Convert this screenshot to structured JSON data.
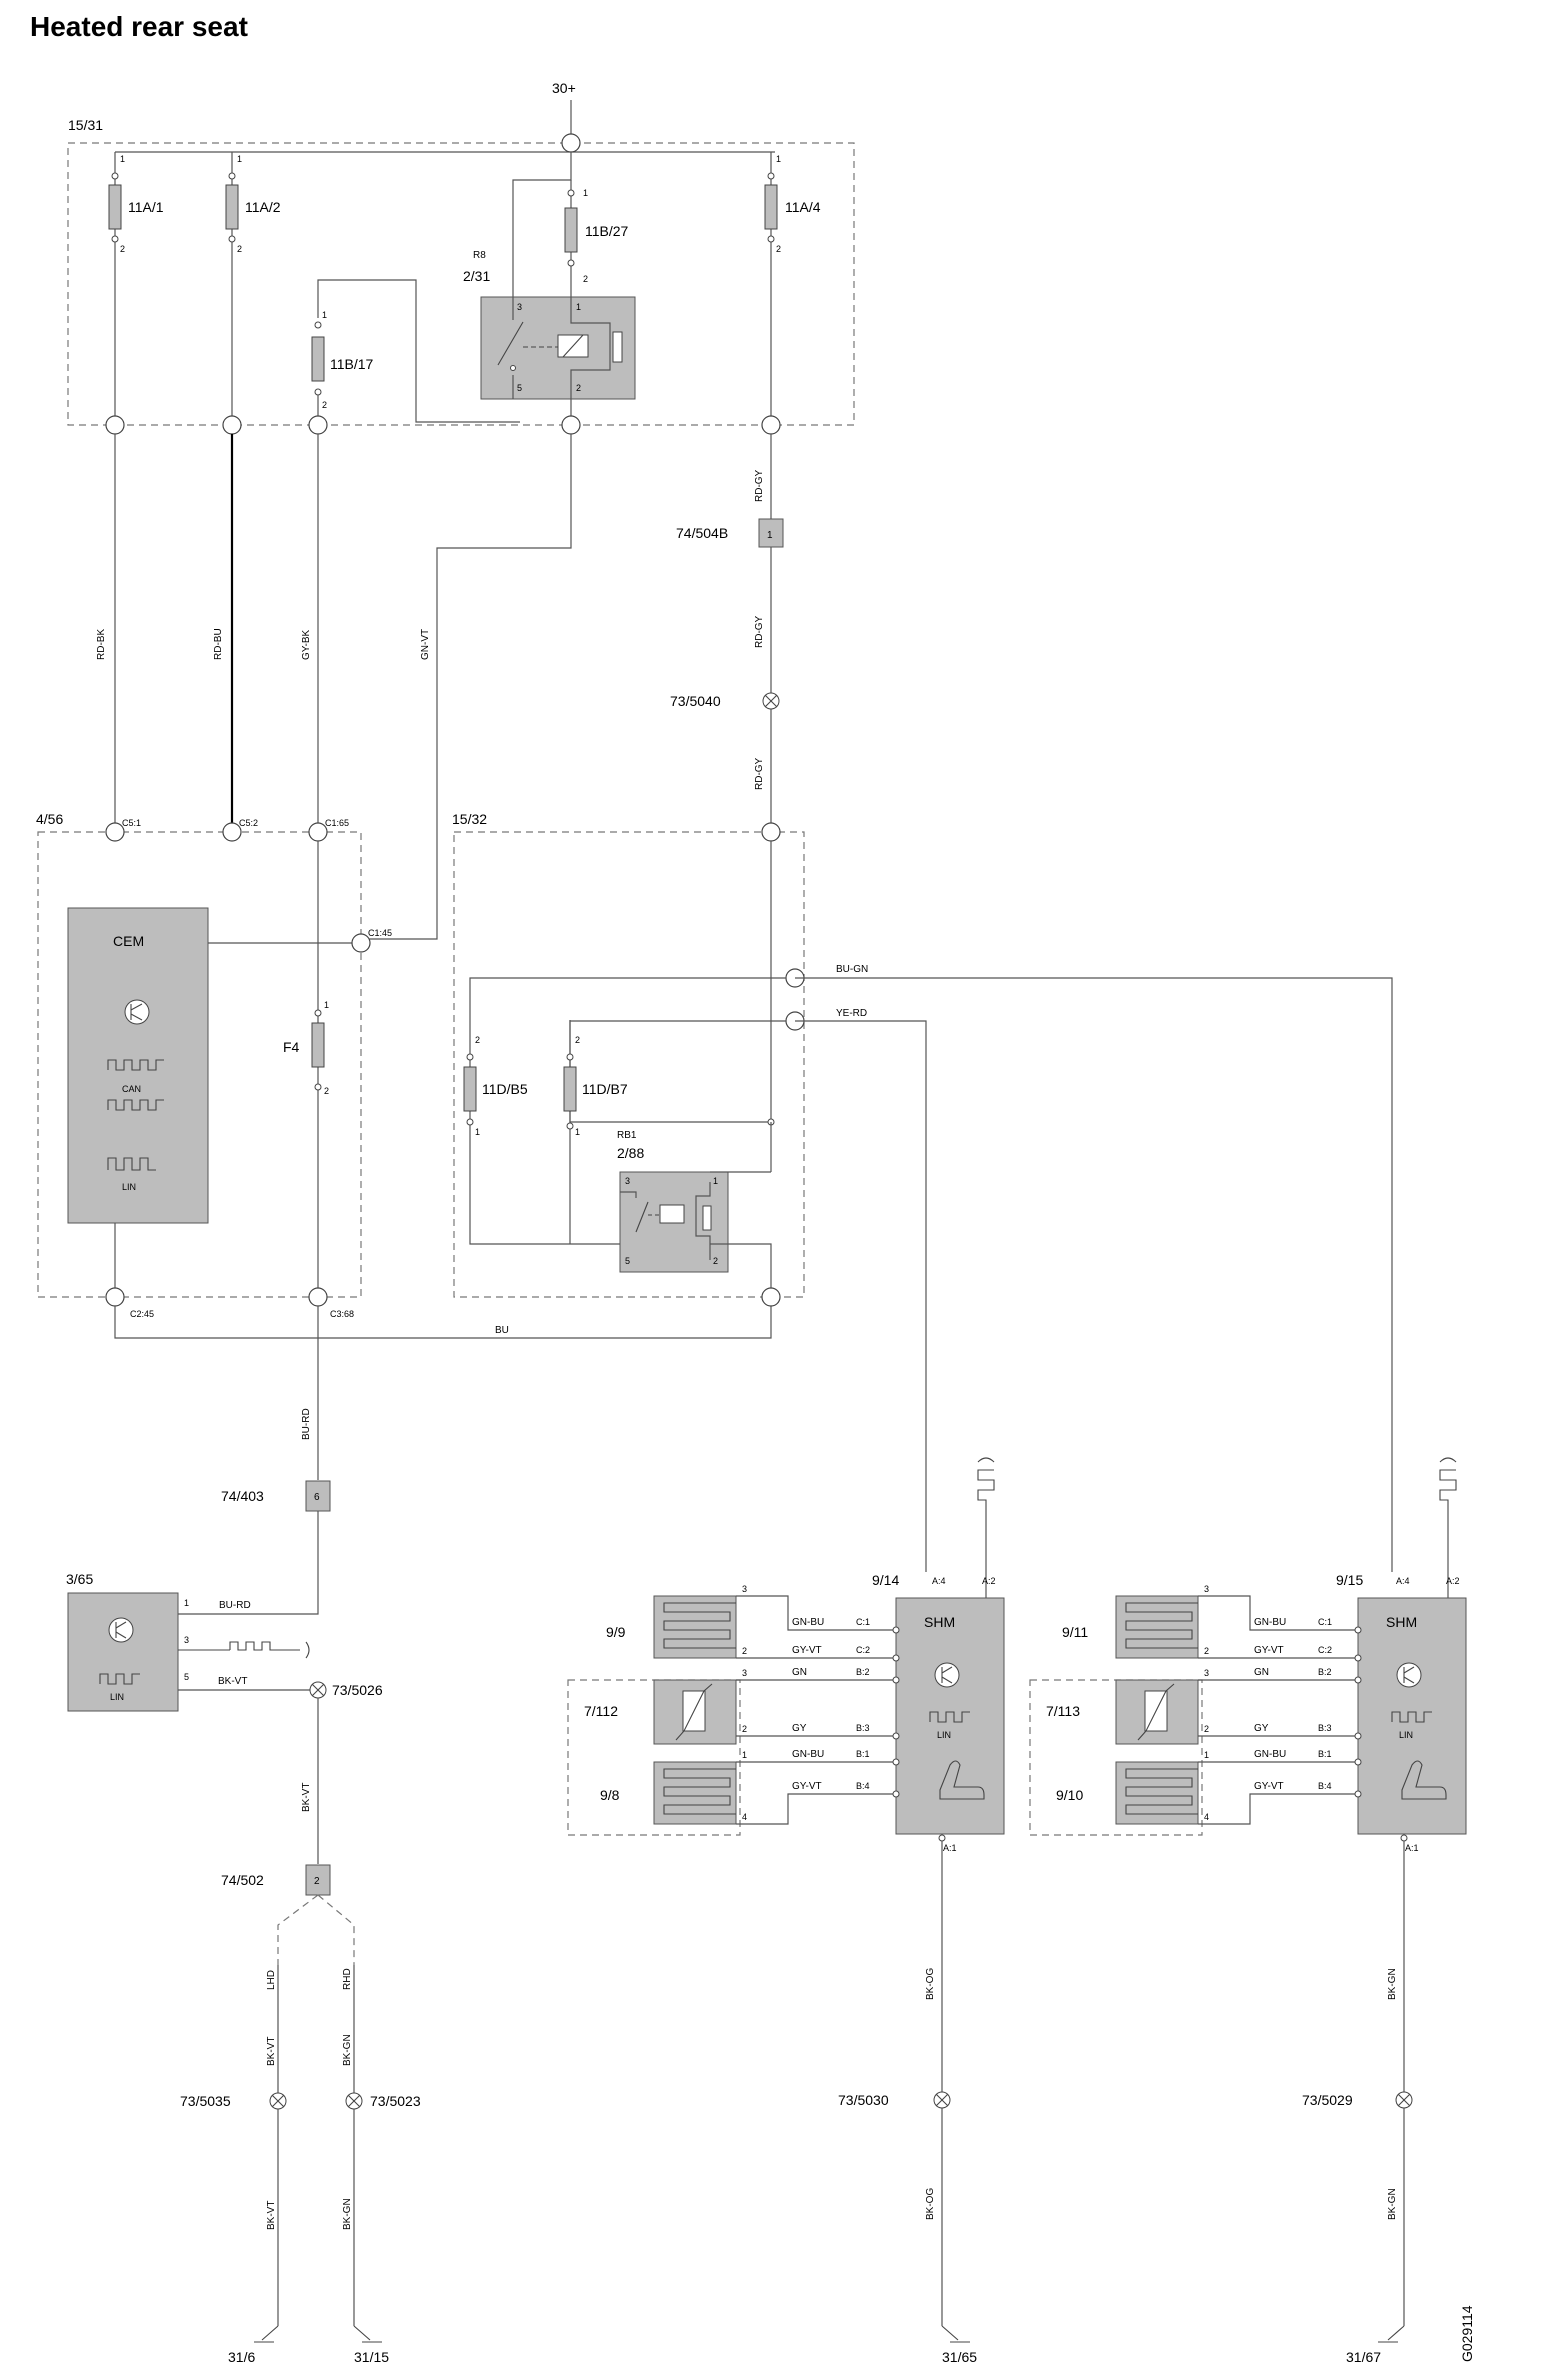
{
  "title": "Heated rear seat",
  "figure_id": "G029114",
  "supply": "30+",
  "fuse_box_1": {
    "id": "15/31",
    "fuses": [
      "11A/1",
      "11A/2",
      "11B/17",
      "11B/27",
      "11A/4"
    ],
    "relay": {
      "id": "R8",
      "pos": "2/31"
    }
  },
  "fuse_box_2": {
    "id": "15/32",
    "fuses": [
      "11D/B5",
      "11D/B7"
    ],
    "relay": {
      "id": "RB1",
      "pos": "2/88"
    }
  },
  "cem": {
    "id": "4/56",
    "name": "CEM",
    "bus1": "CAN",
    "bus2": "LIN",
    "fuse": "F4",
    "connectors": [
      "C5:1",
      "C5:2",
      "C1:65",
      "C1:45",
      "C2:45",
      "C3:68"
    ]
  },
  "wires": {
    "rd_bk": "RD-BK",
    "rd_bu": "RD-BU",
    "gy_bk": "GY-BK",
    "gn_vt": "GN-VT",
    "rd_gy": "RD-GY",
    "bu_gn": "BU-GN",
    "ye_rd": "YE-RD",
    "bu": "BU",
    "bu_rd": "BU-RD",
    "bk_vt": "BK-VT",
    "bk_gn": "BK-GN",
    "bk_og": "BK-OG",
    "gn_bu": "GN-BU",
    "gy_vt": "GY-VT",
    "gn": "GN",
    "gy": "GY"
  },
  "connectors": {
    "c504b": "74/504B",
    "c504b_pin": "1",
    "c403": "74/403",
    "c403_pin": "6",
    "c502": "74/502",
    "c502_pin": "2"
  },
  "splices": [
    "73/5040",
    "73/5026",
    "73/5035",
    "73/5023",
    "73/5030",
    "73/5029"
  ],
  "module_365": {
    "id": "3/65",
    "pin1": "1",
    "pin3": "3",
    "pin5": "5",
    "lin": "LIN"
  },
  "drive": {
    "lhd": "LHD",
    "rhd": "RHD"
  },
  "shm_left": {
    "id": "9/14",
    "name": "SHM",
    "lin": "LIN",
    "pins": [
      "A:4",
      "A:2",
      "C:1",
      "C:2",
      "B:2",
      "B:3",
      "B:1",
      "B:4",
      "A:1"
    ],
    "heater_top": "9/9",
    "sensor": "7/112",
    "heater_bottom": "9/8"
  },
  "shm_right": {
    "id": "9/15",
    "name": "SHM",
    "lin": "LIN",
    "pins": [
      "A:4",
      "A:2",
      "C:1",
      "C:2",
      "B:2",
      "B:3",
      "B:1",
      "B:4",
      "A:1"
    ],
    "heater_top": "9/11",
    "sensor": "7/113",
    "heater_bottom": "9/10"
  },
  "grounds": [
    "31/6",
    "31/15",
    "31/65",
    "31/67"
  ],
  "pins": {
    "p1": "1",
    "p2": "2",
    "p3": "3",
    "p4": "4",
    "p5": "5"
  }
}
